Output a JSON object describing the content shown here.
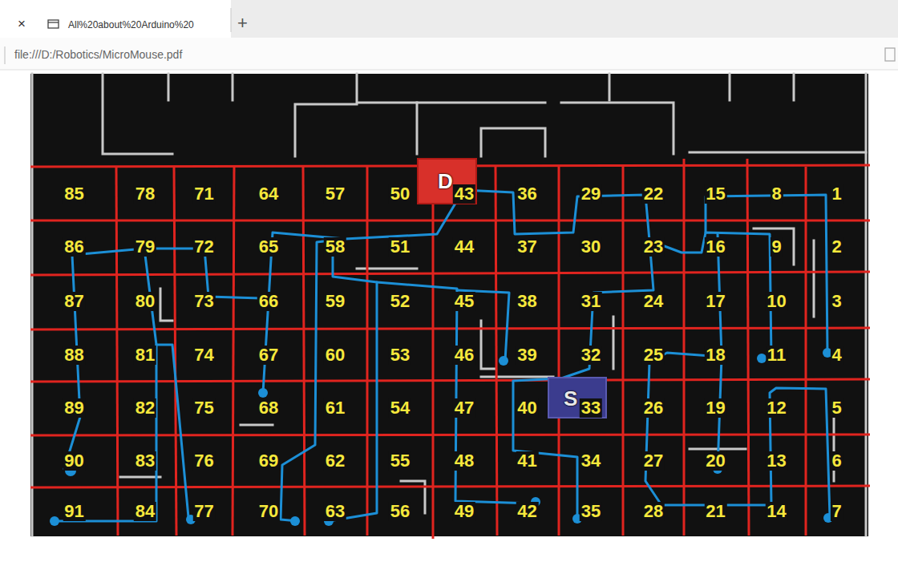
{
  "diagram": {
    "nodes": [
      {
        "text": [
          "D"
        ]
      },
      {
        "text": [
          "S"
        ]
      }
    ],
    "labels": [
      "×",
      "All%20about%20Arduino%20",
      "+",
      "file:///D:/Robotics/MicroMouse.pdf",
      "1",
      "2",
      "3",
      "4",
      "5",
      "6",
      "7",
      "8",
      "9",
      "10",
      "11",
      "12",
      "13",
      "14",
      "15",
      "16",
      "17",
      "18",
      "19",
      "20",
      "21",
      "22",
      "23",
      "24",
      "25",
      "26",
      "27",
      "28",
      "29",
      "30",
      "31",
      "32",
      "33",
      "34",
      "35",
      "36",
      "37",
      "38",
      "39",
      "40",
      "41",
      "42",
      "43",
      "44",
      "45",
      "46",
      "47",
      "48",
      "49",
      "50",
      "51",
      "52",
      "53",
      "54",
      "55",
      "56",
      "57",
      "58",
      "59",
      "60",
      "61",
      "62",
      "63",
      "64",
      "65",
      "66",
      "67",
      "68",
      "69",
      "70",
      "71",
      "72",
      "73",
      "74",
      "75",
      "76",
      "77",
      "78",
      "79",
      "80",
      "81",
      "82",
      "83",
      "84",
      "85",
      "86",
      "87",
      "88",
      "89",
      "90",
      "91"
    ]
  }
}
